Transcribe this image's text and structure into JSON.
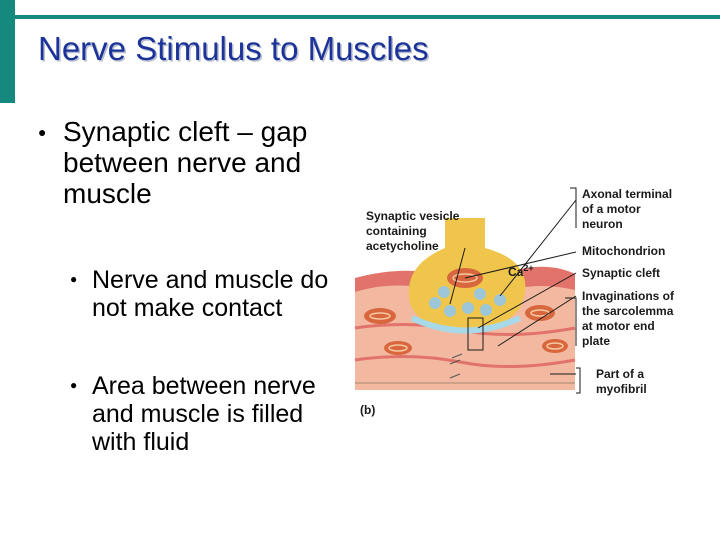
{
  "slide": {
    "title": "Nerve Stimulus to Muscles",
    "bullets": [
      {
        "text": "Synaptic cleft – gap between nerve and muscle",
        "sub_bullets": [
          {
            "text": "Nerve and muscle do not make contact"
          },
          {
            "text": "Area between nerve and muscle is filled with fluid"
          }
        ]
      }
    ]
  },
  "figure": {
    "labels": {
      "vesicle_1": "Synaptic vesicle",
      "vesicle_2": "containing",
      "vesicle_3": "acetycholine",
      "axonal_1": "Axonal terminal",
      "axonal_2": "of a motor",
      "axonal_3": "neuron",
      "mitochondrion": "Mitochondrion",
      "calcium": "Ca",
      "calcium_sup": "2+",
      "cleft": "Synaptic cleft",
      "invag_1": "Invaginations of",
      "invag_2": "the sarcolemma",
      "invag_3": "at motor end",
      "invag_4": "plate",
      "myofibril_1": "Part of a",
      "myofibril_2": "myofibril",
      "panel": "(b)"
    },
    "colors": {
      "muscle": "#f2b9a0",
      "muscle_dark": "#e2736a",
      "neuron": "#efc64b",
      "vesicle": "#9cc7d8",
      "mitochondria": "#d8673e",
      "leader": "#1a1a1a"
    }
  }
}
